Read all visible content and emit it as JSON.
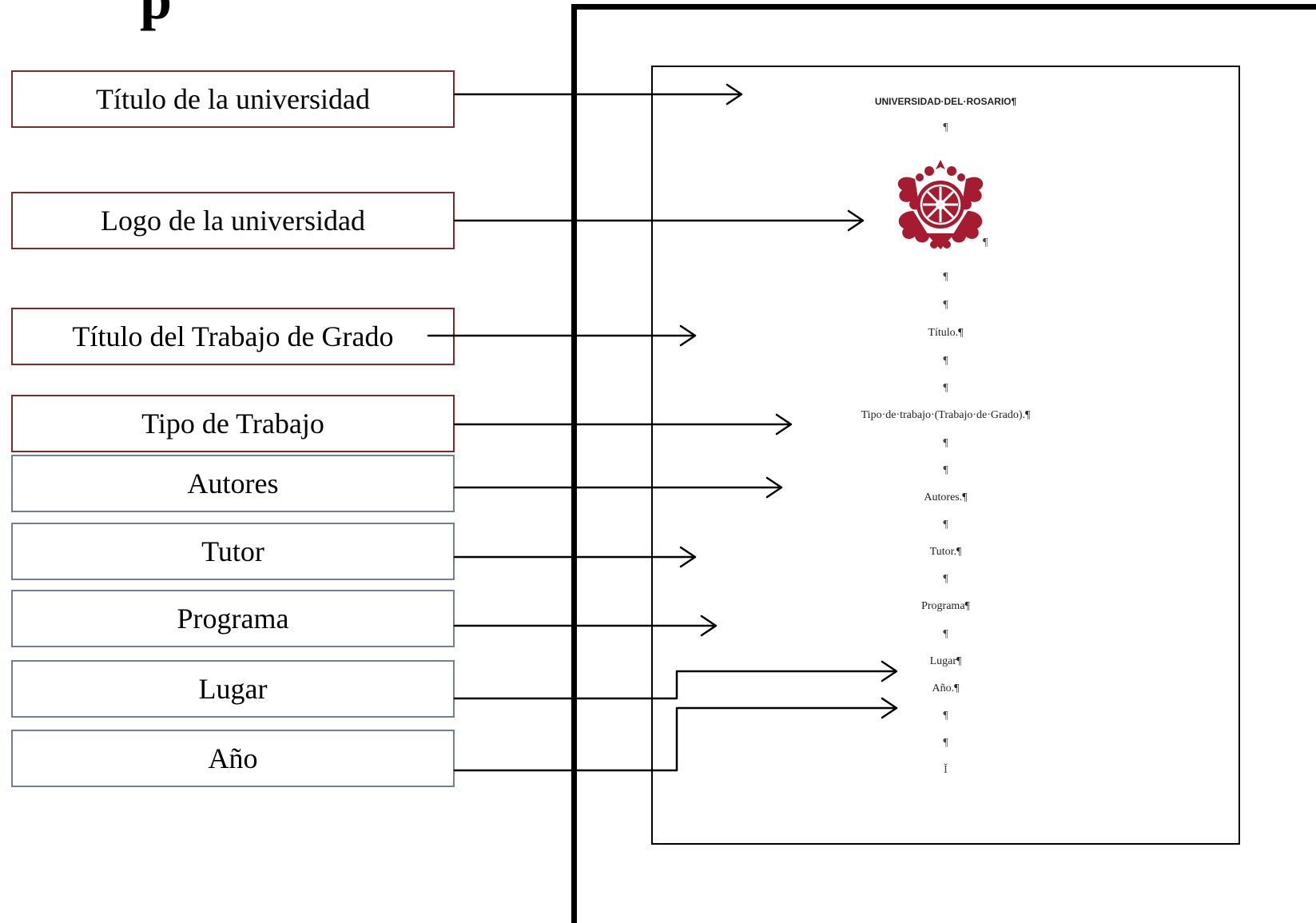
{
  "heading_fragment": "p",
  "labels": [
    "Título de la universidad",
    "Logo de la universidad",
    "Título del Trabajo de Grado",
    "Tipo de Trabajo",
    "Autores",
    "Tutor",
    "Programa",
    "Lugar",
    "Año"
  ],
  "document": {
    "university": "UNIVERSIDAD·DEL·ROSARIO¶",
    "pilcrow": "¶",
    "titulo": "Título.¶",
    "tipo": "Tipo·de·trabajo·(Trabajo·de·Grado).¶",
    "autores": "Autores.¶",
    "tutor": "Tutor.¶",
    "programa": "Programa¶",
    "lugar": "Lugar¶",
    "anio": "Año.¶",
    "cursor_mark": "Ĭ"
  },
  "colors": {
    "label_border": "#7b2b2b",
    "label_border_alt": "#6f7f96",
    "logo": "#a51c30"
  }
}
